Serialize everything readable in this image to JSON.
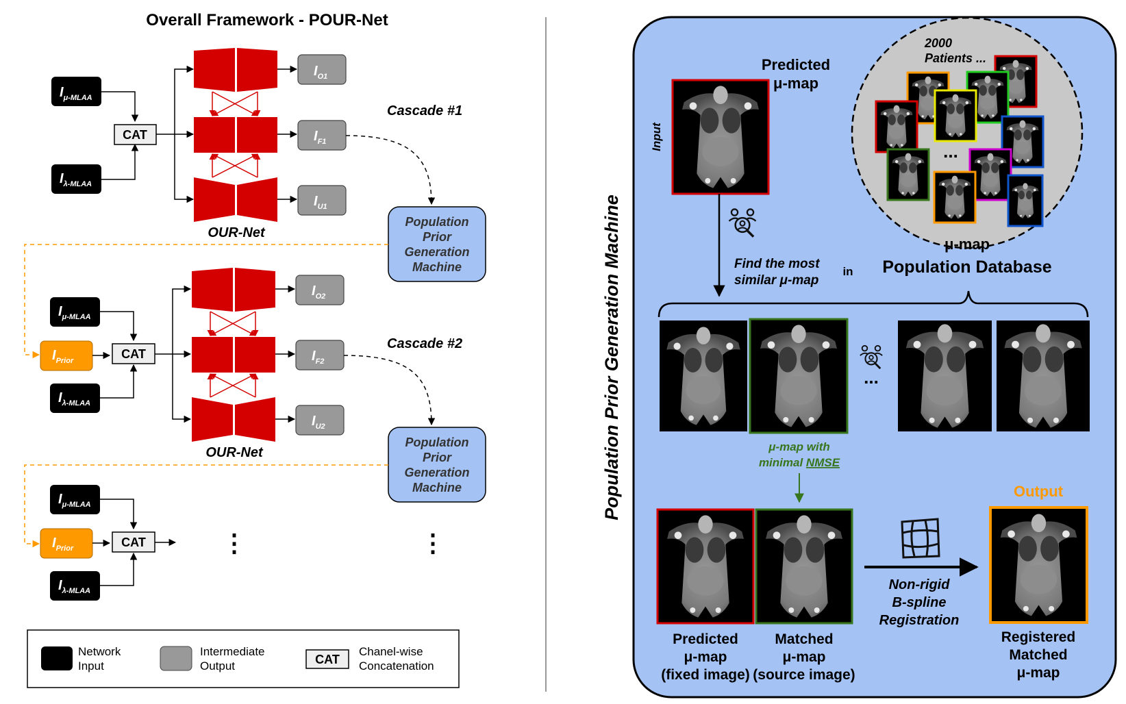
{
  "left": {
    "title": "Overall Framework - POUR-Net",
    "cat": "CAT",
    "input_mu_main": "I",
    "input_mu_sub": "μ-MLAA",
    "input_lambda_main": "I",
    "input_lambda_sub": "λ-MLAA",
    "prior_main": "I",
    "prior_sub": "Prior",
    "out_main": "I",
    "o1": "O1",
    "f1": "F1",
    "u1": "U1",
    "o2": "O2",
    "f2": "F2",
    "u2": "U2",
    "ournet": "OUR-Net",
    "cascade1": "Cascade #1",
    "cascade2": "Cascade #2",
    "ppgm": [
      "Population",
      "Prior",
      "Generation",
      "Machine"
    ],
    "ellipsis": "⋮",
    "legend": {
      "network_input": [
        "Network",
        "Input"
      ],
      "intermediate_output": [
        "Intermediate",
        "Output"
      ],
      "cat": "CAT",
      "chanel": [
        "Chanel-wise",
        "Concatenation"
      ]
    }
  },
  "right": {
    "vertical_title": "Population Prior Generation Machine",
    "predicted": [
      "Predicted",
      "μ-map"
    ],
    "input_label": "Input",
    "db_top": [
      "2000",
      "Patients ..."
    ],
    "db_mu": "μ-map",
    "db_title": "Population Database",
    "in": "in",
    "find": [
      "Find the most",
      "similar μ-map"
    ],
    "dots": "...",
    "with": [
      "μ-map with",
      "minimal",
      "NMSE"
    ],
    "output": "Output",
    "reg": [
      "Non-rigid",
      "B-spline",
      "Registration"
    ],
    "cap_pred": [
      "Predicted",
      "μ-map",
      "(fixed image)"
    ],
    "cap_match": [
      "Matched",
      "μ-map",
      "(source image)"
    ],
    "cap_reg": [
      "Registered",
      "Matched",
      "μ-map"
    ]
  },
  "colors": {
    "red": "#d40000",
    "gray_box": "#999999",
    "blue_panel": "#a4c2f4",
    "blue_box": "#a4c2f4",
    "orange": "#ff9900",
    "green": "#38761d"
  }
}
